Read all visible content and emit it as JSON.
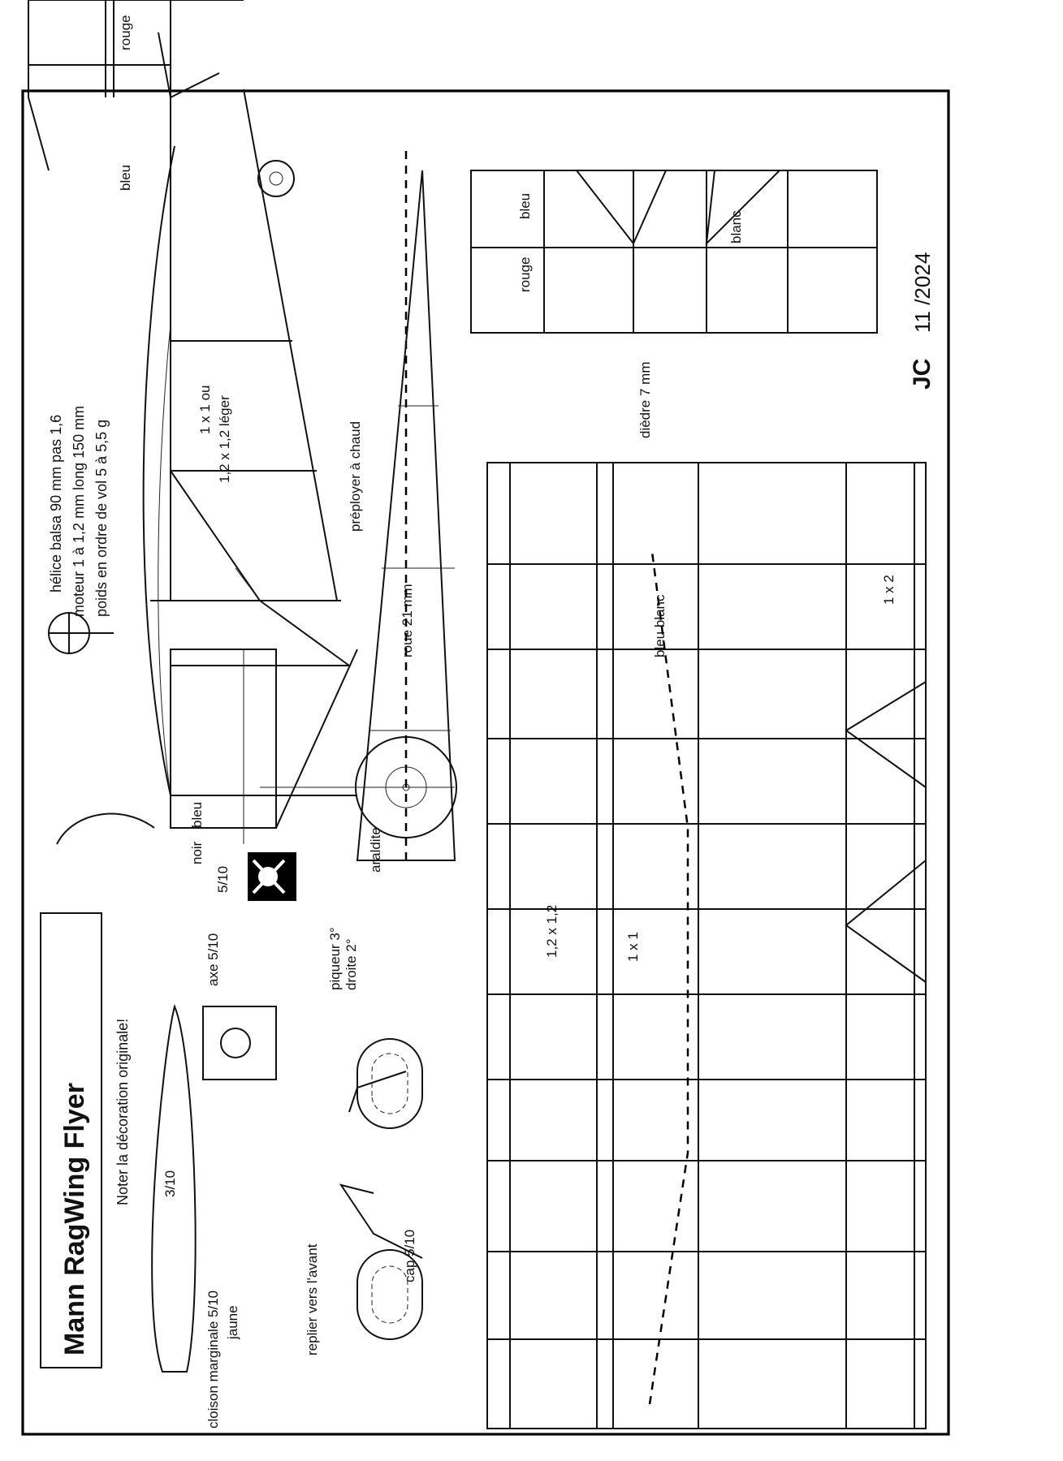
{
  "title_block": {
    "title": "Mann  RagWing Flyer",
    "note": "Noter la décoration originale!"
  },
  "propeller_notes": {
    "line1": "hélice balsa 90 mm pas 1,6",
    "line2": "moteur 1 à 1,2 mm long 150 mm",
    "line3": "poids en ordre de vol 5 à 5,5 g"
  },
  "labels": {
    "rouge_rudder": "rouge",
    "bleu_rudder": "bleu",
    "strut_1": "1 x 1 ou",
    "strut_2": "1,2 x 1,2 léger",
    "preployer": "préployer à chaud",
    "roue": "roue 21 mm",
    "araldite": "araldite",
    "noir": "noir",
    "bleu_fus": "bleu",
    "fus_510": "5/10",
    "axe": "axe 5/10",
    "piqueur": "piqueur 3°",
    "droite": "droite 2°",
    "cloison": "cloison marginale 5/10",
    "jaune": "jaune",
    "tip_310": "3/10",
    "replier": "replier vers l'avant",
    "cap": "cap 5/10",
    "stab_bleu": "bleu",
    "stab_rouge": "rouge",
    "stab_blanc": "blanc",
    "diedre": "dièdre 7 mm",
    "bleu_blanc": "bleu  blanc",
    "spar_1x2": "1 x 2",
    "rib_122": "1,2 x 1,2",
    "rib_11": "1 x 1",
    "initials": "JC",
    "date": "11 /2024"
  },
  "icons": [
    "jolly-roger-icon",
    "propeller-cross-icon"
  ],
  "colors": {
    "ink": "#111111",
    "paper": "#ffffff"
  }
}
